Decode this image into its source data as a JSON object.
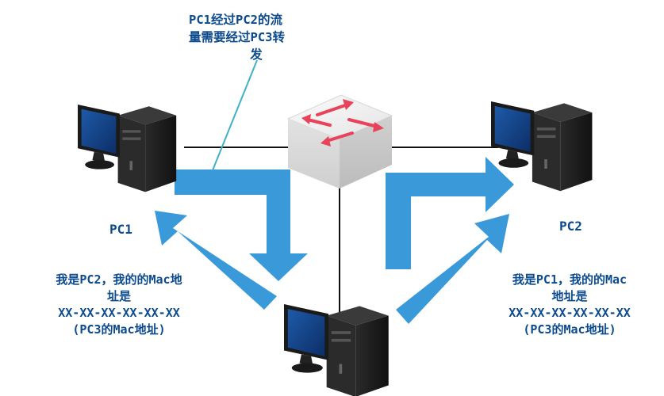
{
  "callout": {
    "lines": [
      "PC1经过PC2的流",
      "量需要经过PC3转",
      "发"
    ]
  },
  "nodes": {
    "pc1_label": "PC1",
    "pc2_label": "PC2"
  },
  "left_note": {
    "lines": [
      "我是PC2，我的的Mac地",
      "址是",
      "XX-XX-XX-XX-XX-XX",
      "(PC3的Mac地址)"
    ]
  },
  "right_note": {
    "lines": [
      "我是PC1，我的的Mac",
      "地址是",
      "XX-XX-XX-XX-XX-XX",
      "(PC3的Mac地址)"
    ]
  },
  "colors": {
    "text": "#0b4a8c",
    "arrow": "#3a9ad9",
    "callout_line": "#3fb0c6",
    "link": "#111111",
    "switch_arrow": "#e8435a"
  },
  "icons": [
    "desktop-computer-icon",
    "network-switch-icon"
  ]
}
